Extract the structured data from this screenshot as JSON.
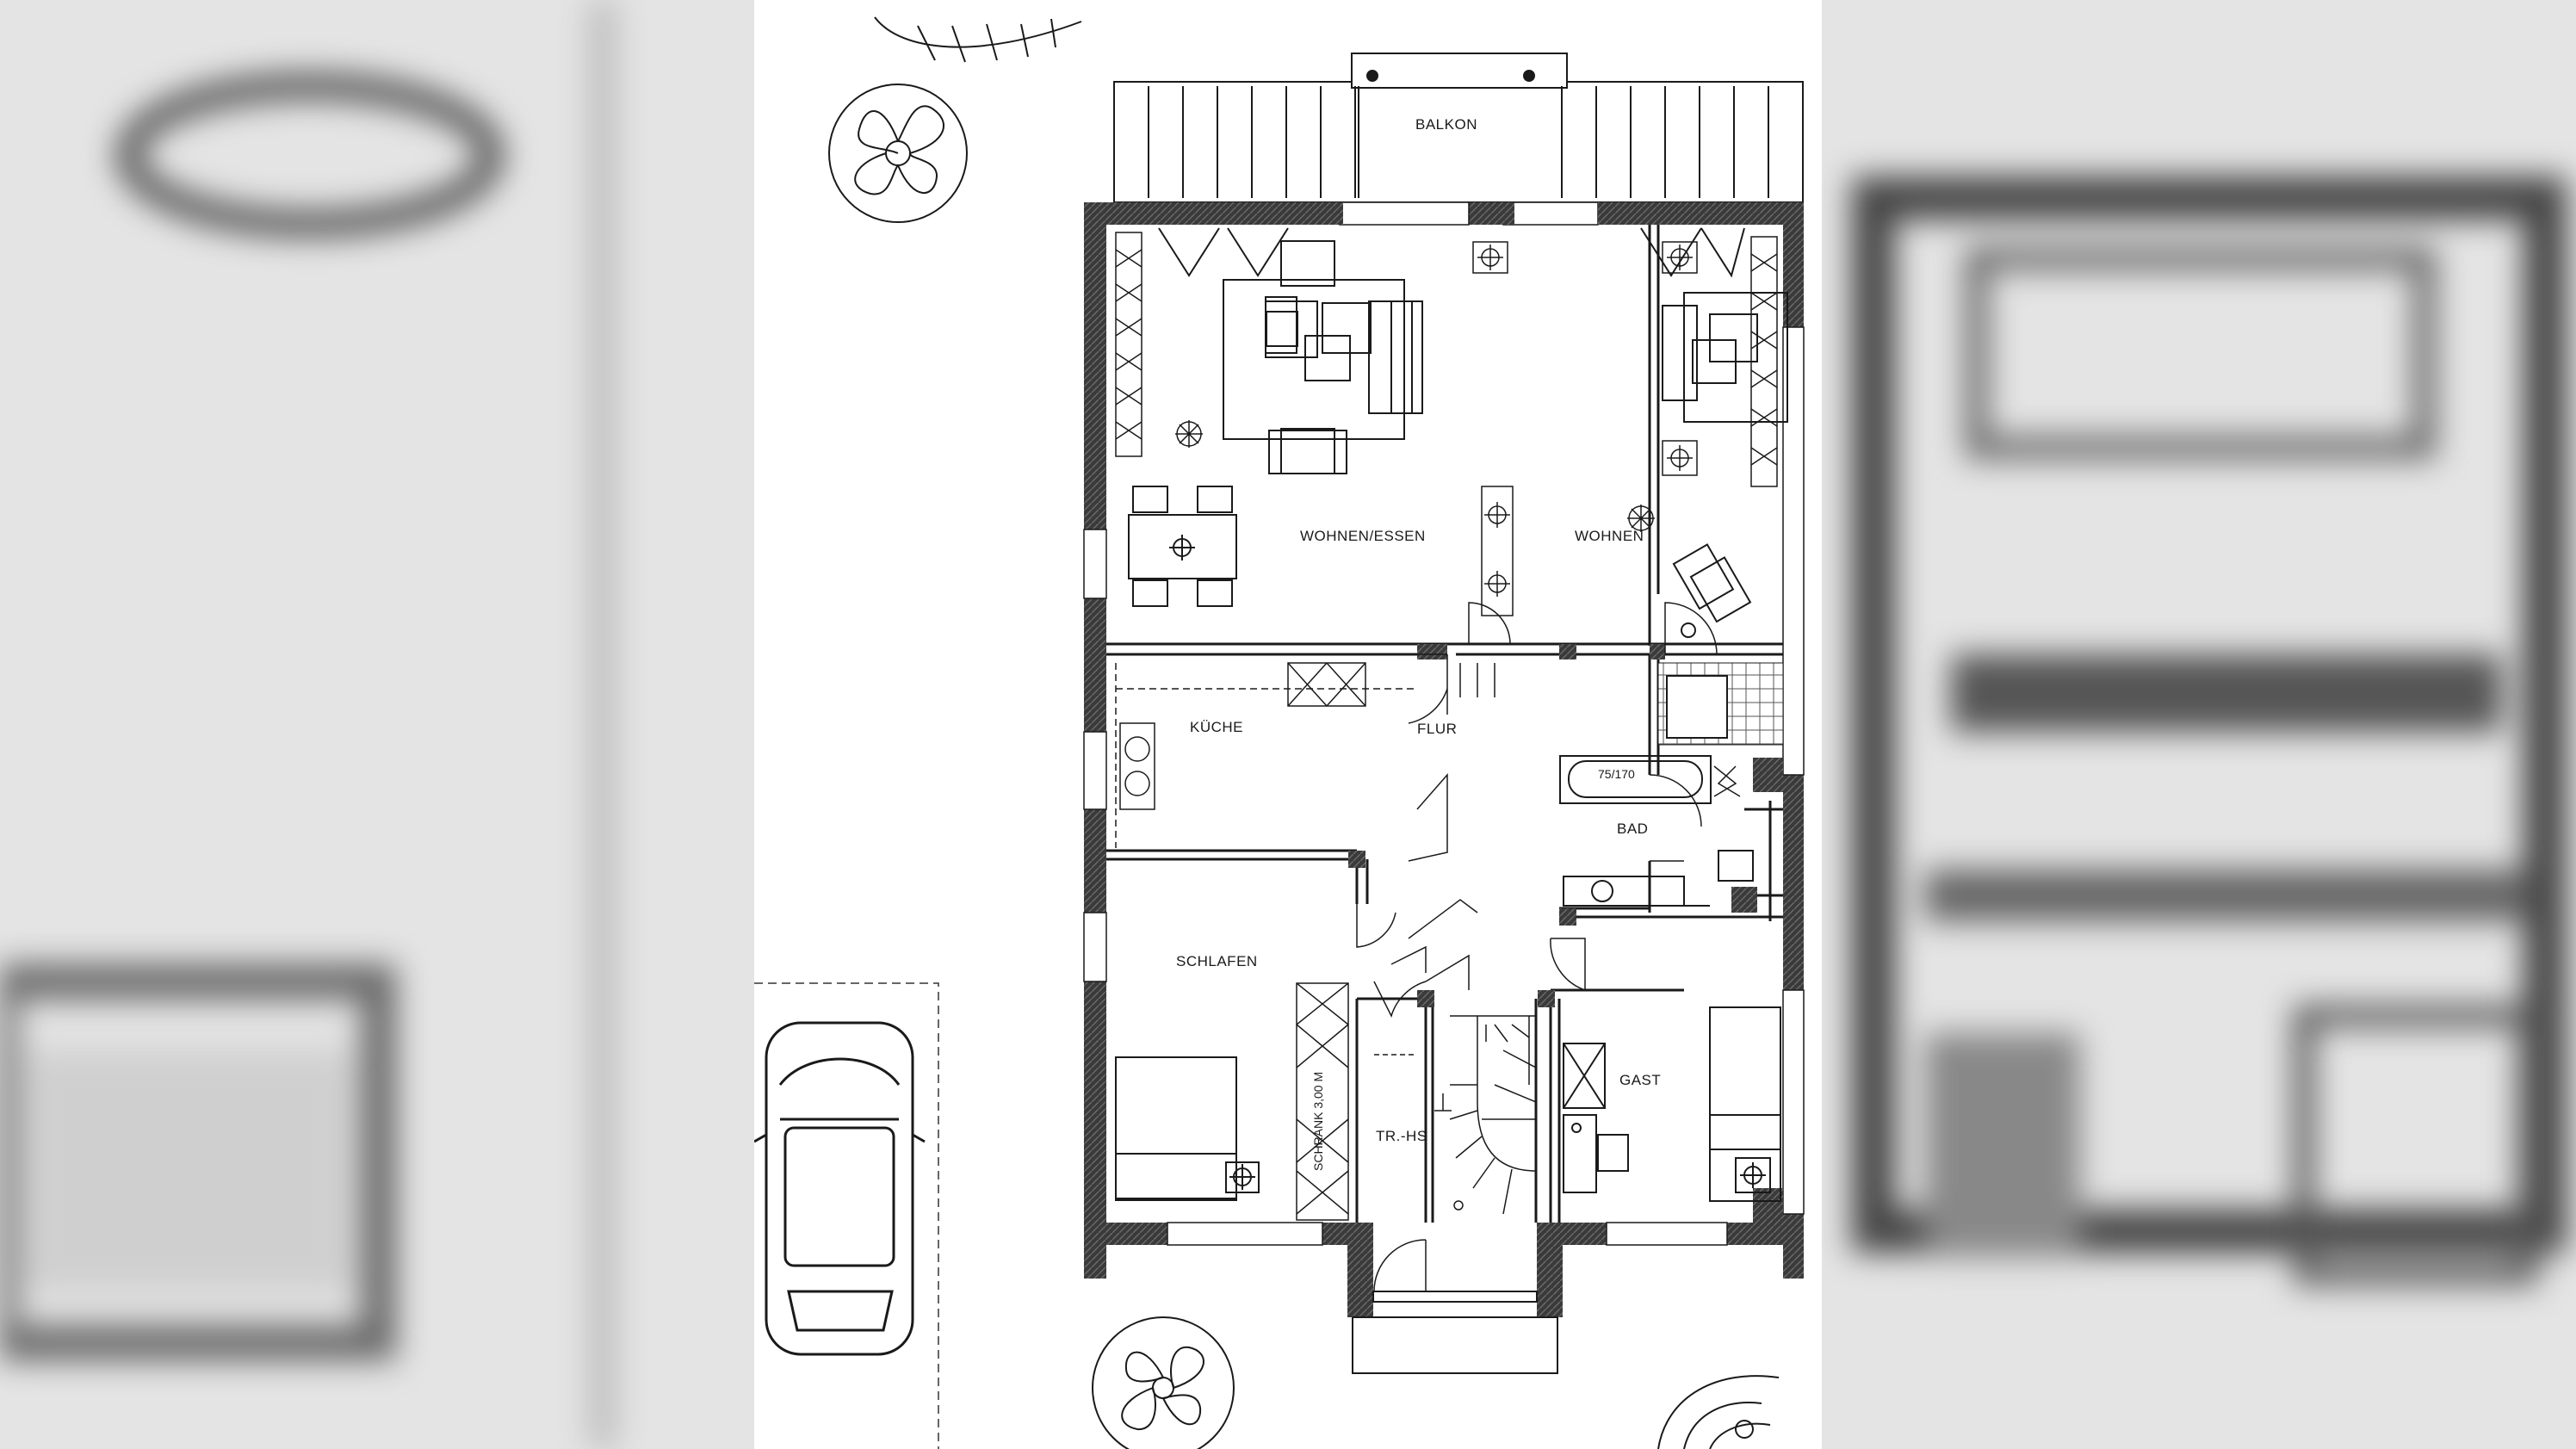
{
  "plan": {
    "rooms": {
      "balkon": "BALKON",
      "wohnen_essen": "WOHNEN/ESSEN",
      "wohnen": "WOHNEN",
      "kueche": "KÜCHE",
      "flur": "FLUR",
      "bad": "BAD",
      "schlafen": "SCHLAFEN",
      "tr_hs": "TR.-HS",
      "gast": "GAST"
    },
    "labels": {
      "bathtub": "75/170",
      "schrank": "SCHRANK 3,00 M"
    }
  },
  "colors": {
    "background": "#d9d9d9",
    "paper": "#ffffff",
    "wall": "#3a3a3a",
    "line": "#1a1a1a"
  }
}
